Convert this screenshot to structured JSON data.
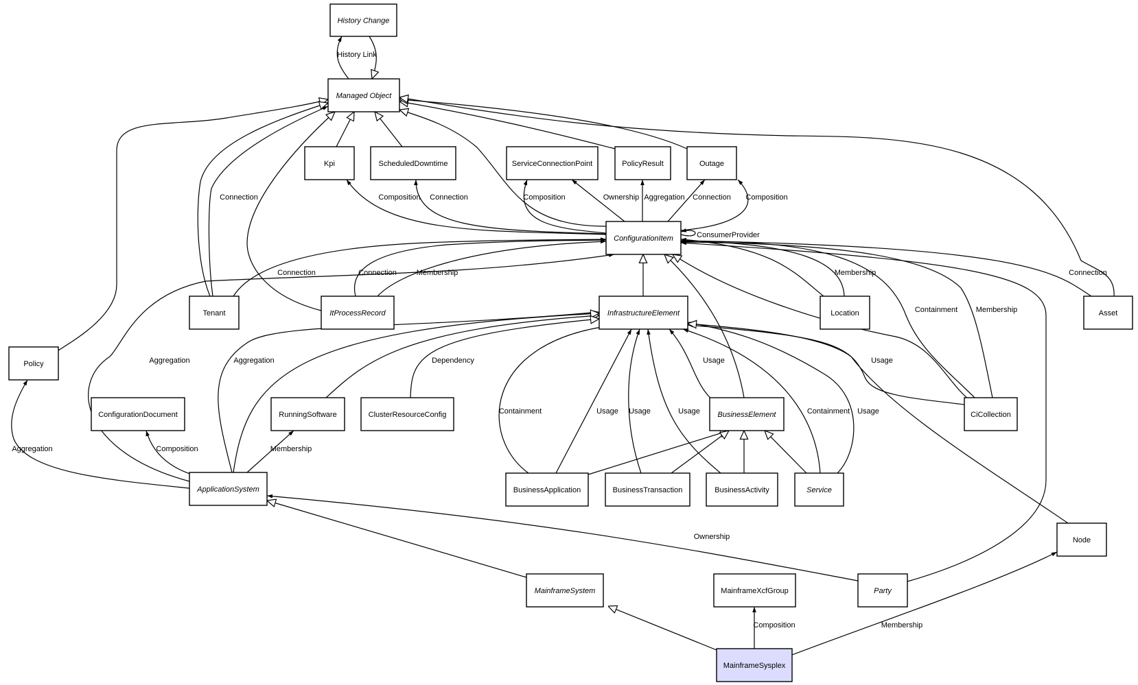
{
  "diagram": {
    "nodes": [
      {
        "id": "history-change",
        "label": "History Change",
        "italic": true
      },
      {
        "id": "managed-object",
        "label": "Managed Object",
        "italic": true
      },
      {
        "id": "kpi",
        "label": "Kpi"
      },
      {
        "id": "scheduled-downtime",
        "label": "ScheduledDowntime"
      },
      {
        "id": "service-connection-point",
        "label": "ServiceConnectionPoint"
      },
      {
        "id": "policy-result",
        "label": "PolicyResult"
      },
      {
        "id": "outage",
        "label": "Outage"
      },
      {
        "id": "configuration-item",
        "label": "ConfigurationItem",
        "italic": true
      },
      {
        "id": "tenant",
        "label": "Tenant"
      },
      {
        "id": "it-process-record",
        "label": "ItProcessRecord",
        "italic": true
      },
      {
        "id": "infrastructure-element",
        "label": "InfrastructureElement",
        "italic": true
      },
      {
        "id": "location",
        "label": "Location"
      },
      {
        "id": "asset",
        "label": "Asset"
      },
      {
        "id": "policy",
        "label": "Policy"
      },
      {
        "id": "configuration-document",
        "label": "ConfigurationDocument"
      },
      {
        "id": "running-software",
        "label": "RunningSoftware"
      },
      {
        "id": "cluster-resource-config",
        "label": "ClusterResourceConfig"
      },
      {
        "id": "business-element",
        "label": "BusinessElement",
        "italic": true
      },
      {
        "id": "ci-collection",
        "label": "CiCollection"
      },
      {
        "id": "application-system",
        "label": "ApplicationSystem",
        "italic": true
      },
      {
        "id": "business-application",
        "label": "BusinessApplication"
      },
      {
        "id": "business-transaction",
        "label": "BusinessTransaction"
      },
      {
        "id": "business-activity",
        "label": "BusinessActivity"
      },
      {
        "id": "service",
        "label": "Service",
        "italic": true
      },
      {
        "id": "node",
        "label": "Node"
      },
      {
        "id": "mainframe-system",
        "label": "MainframeSystem",
        "italic": true
      },
      {
        "id": "mainframe-xcf-group",
        "label": "MainframeXcfGroup"
      },
      {
        "id": "party",
        "label": "Party",
        "italic": true
      },
      {
        "id": "mainframe-sysplex",
        "label": "MainframeSysplex",
        "highlight": true
      }
    ],
    "edges": [
      {
        "id": "e-history-link-a",
        "from": "managed-object",
        "to": "history-change",
        "label": "History Link",
        "head": "arrow"
      },
      {
        "id": "e-history-link-b",
        "from": "history-change",
        "to": "managed-object",
        "label": "",
        "head": "triangle"
      },
      {
        "id": "e-policy-mo",
        "from": "policy",
        "to": "managed-object",
        "label": "",
        "head": "triangle"
      },
      {
        "id": "e-tenant-mo",
        "from": "tenant",
        "to": "managed-object",
        "label": "",
        "head": "triangle"
      },
      {
        "id": "e-tenant-mo-conn",
        "from": "tenant",
        "to": "managed-object",
        "label": "Connection",
        "head": "arrow"
      },
      {
        "id": "e-itpr-mo",
        "from": "it-process-record",
        "to": "managed-object",
        "label": "",
        "head": "triangle"
      },
      {
        "id": "e-kpi-mo",
        "from": "kpi",
        "to": "managed-object",
        "label": "",
        "head": "triangle"
      },
      {
        "id": "e-sd-mo",
        "from": "scheduled-downtime",
        "to": "managed-object",
        "label": "",
        "head": "triangle"
      },
      {
        "id": "e-ci-mo",
        "from": "configuration-item",
        "to": "managed-object",
        "label": "",
        "head": "triangle"
      },
      {
        "id": "e-pr-mo",
        "from": "policy-result",
        "to": "managed-object",
        "label": "",
        "head": "triangle"
      },
      {
        "id": "e-outage-mo",
        "from": "outage",
        "to": "managed-object",
        "label": "",
        "head": "triangle"
      },
      {
        "id": "e-asset-mo",
        "from": "asset",
        "to": "managed-object",
        "label": "",
        "head": "triangle"
      },
      {
        "id": "e-ci-kpi",
        "from": "configuration-item",
        "to": "kpi",
        "label": "Composition",
        "head": "arrow"
      },
      {
        "id": "e-ci-sd",
        "from": "configuration-item",
        "to": "scheduled-downtime",
        "label": "Connection",
        "head": "arrow"
      },
      {
        "id": "e-ci-scp-comp",
        "from": "configuration-item",
        "to": "service-connection-point",
        "label": "Composition",
        "head": "arrow"
      },
      {
        "id": "e-ci-scp-own",
        "from": "configuration-item",
        "to": "service-connection-point",
        "label": "Ownership",
        "head": "arrow"
      },
      {
        "id": "e-ci-pr",
        "from": "configuration-item",
        "to": "policy-result",
        "label": "Aggregation",
        "head": "arrow"
      },
      {
        "id": "e-ci-outage-conn",
        "from": "configuration-item",
        "to": "outage",
        "label": "Connection",
        "head": "arrow"
      },
      {
        "id": "e-ci-outage-comp",
        "from": "configuration-item",
        "to": "outage",
        "label": "Composition",
        "head": "arrow"
      },
      {
        "id": "e-ci-self",
        "from": "configuration-item",
        "to": "configuration-item",
        "label": "ConsumerProvider",
        "head": "arrow"
      },
      {
        "id": "e-tenant-ci",
        "from": "tenant",
        "to": "configuration-item",
        "label": "Connection",
        "head": "arrow"
      },
      {
        "id": "e-itpr-ci-conn",
        "from": "it-process-record",
        "to": "configuration-item",
        "label": "Connection",
        "head": "arrow"
      },
      {
        "id": "e-itpr-ci-mem",
        "from": "it-process-record",
        "to": "configuration-item",
        "label": "Membership",
        "head": "arrow"
      },
      {
        "id": "e-ie-ci",
        "from": "infrastructure-element",
        "to": "configuration-item",
        "label": "",
        "head": "triangle"
      },
      {
        "id": "e-loc-ci",
        "from": "location",
        "to": "configuration-item",
        "label": "",
        "head": "arrow"
      },
      {
        "id": "e-loc-ci-mem",
        "from": "location",
        "to": "configuration-item",
        "label": "Membership",
        "head": "arrow"
      },
      {
        "id": "e-asset-ci",
        "from": "asset",
        "to": "configuration-item",
        "label": "Connection",
        "head": "arrow"
      },
      {
        "id": "e-cic-ci-cont",
        "from": "ci-collection",
        "to": "configuration-item",
        "label": "Containment",
        "head": "arrow"
      },
      {
        "id": "e-cic-ci-mem",
        "from": "ci-collection",
        "to": "configuration-item",
        "label": "Membership",
        "head": "arrow"
      },
      {
        "id": "e-cic-ci-inh",
        "from": "ci-collection",
        "to": "configuration-item",
        "label": "",
        "head": "triangle"
      },
      {
        "id": "e-be-ci",
        "from": "business-element",
        "to": "configuration-item",
        "label": "",
        "head": "triangle"
      },
      {
        "id": "e-party-ci",
        "from": "party",
        "to": "configuration-item",
        "label": "",
        "head": "arrow"
      },
      {
        "id": "e-as-ci",
        "from": "application-system",
        "to": "configuration-item",
        "label": "Aggregation",
        "head": "arrow"
      },
      {
        "id": "e-as-ie",
        "from": "application-system",
        "to": "infrastructure-element",
        "label": "Aggregation",
        "head": "arrow"
      },
      {
        "id": "e-rs-ie",
        "from": "running-software",
        "to": "infrastructure-element",
        "label": "",
        "head": "triangle"
      },
      {
        "id": "e-as-ie-inh",
        "from": "application-system",
        "to": "infrastructure-element",
        "label": "",
        "head": "triangle"
      },
      {
        "id": "e-crc-ie",
        "from": "cluster-resource-config",
        "to": "infrastructure-element",
        "label": "Dependency",
        "head": "triangle"
      },
      {
        "id": "e-ba-ie-cont",
        "from": "business-application",
        "to": "infrastructure-element",
        "label": "Containment",
        "head": "arrow"
      },
      {
        "id": "e-ba-ie-usage",
        "from": "business-application",
        "to": "infrastructure-element",
        "label": "Usage",
        "head": "arrow"
      },
      {
        "id": "e-bt-ie-usage",
        "from": "business-transaction",
        "to": "infrastructure-element",
        "label": "Usage",
        "head": "arrow"
      },
      {
        "id": "e-bact-ie-usage",
        "from": "business-activity",
        "to": "infrastructure-element",
        "label": "Usage",
        "head": "arrow"
      },
      {
        "id": "e-be-ie-usage",
        "from": "business-element",
        "to": "infrastructure-element",
        "label": "Usage",
        "head": "arrow"
      },
      {
        "id": "e-svc-ie-cont",
        "from": "service",
        "to": "infrastructure-element",
        "label": "Containment",
        "head": "arrow"
      },
      {
        "id": "e-svc-ie-usage",
        "from": "service",
        "to": "infrastructure-element",
        "label": "Usage",
        "head": "arrow"
      },
      {
        "id": "e-cic-ie-usage",
        "from": "ci-collection",
        "to": "infrastructure-element",
        "label": "Usage",
        "head": "arrow"
      },
      {
        "id": "e-node-ie",
        "from": "node",
        "to": "infrastructure-element",
        "label": "",
        "head": "triangle"
      },
      {
        "id": "e-ba-be",
        "from": "business-application",
        "to": "business-element",
        "label": "",
        "head": "triangle"
      },
      {
        "id": "e-bt-be",
        "from": "business-transaction",
        "to": "business-element",
        "label": "",
        "head": "triangle"
      },
      {
        "id": "e-bact-be",
        "from": "business-activity",
        "to": "business-element",
        "label": "",
        "head": "triangle"
      },
      {
        "id": "e-svc-be",
        "from": "service",
        "to": "business-element",
        "label": "",
        "head": "triangle"
      },
      {
        "id": "e-as-policy",
        "from": "application-system",
        "to": "policy",
        "label": "Aggregation",
        "head": "arrow"
      },
      {
        "id": "e-as-cd",
        "from": "application-system",
        "to": "configuration-document",
        "label": "Composition",
        "head": "arrow"
      },
      {
        "id": "e-as-rs",
        "from": "application-system",
        "to": "running-software",
        "label": "Membership",
        "head": "arrow"
      },
      {
        "id": "e-party-as",
        "from": "party",
        "to": "application-system",
        "label": "Ownership",
        "head": "arrow"
      },
      {
        "id": "e-ms-as",
        "from": "mainframe-system",
        "to": "application-system",
        "label": "",
        "head": "triangle"
      },
      {
        "id": "e-sysplex-ms",
        "from": "mainframe-sysplex",
        "to": "mainframe-system",
        "label": "",
        "head": "triangle"
      },
      {
        "id": "e-sysplex-xcf",
        "from": "mainframe-sysplex",
        "to": "mainframe-xcf-group",
        "label": "Composition",
        "head": "arrow"
      },
      {
        "id": "e-sysplex-node",
        "from": "mainframe-sysplex",
        "to": "node",
        "label": "Membership",
        "head": "arrow"
      }
    ]
  }
}
